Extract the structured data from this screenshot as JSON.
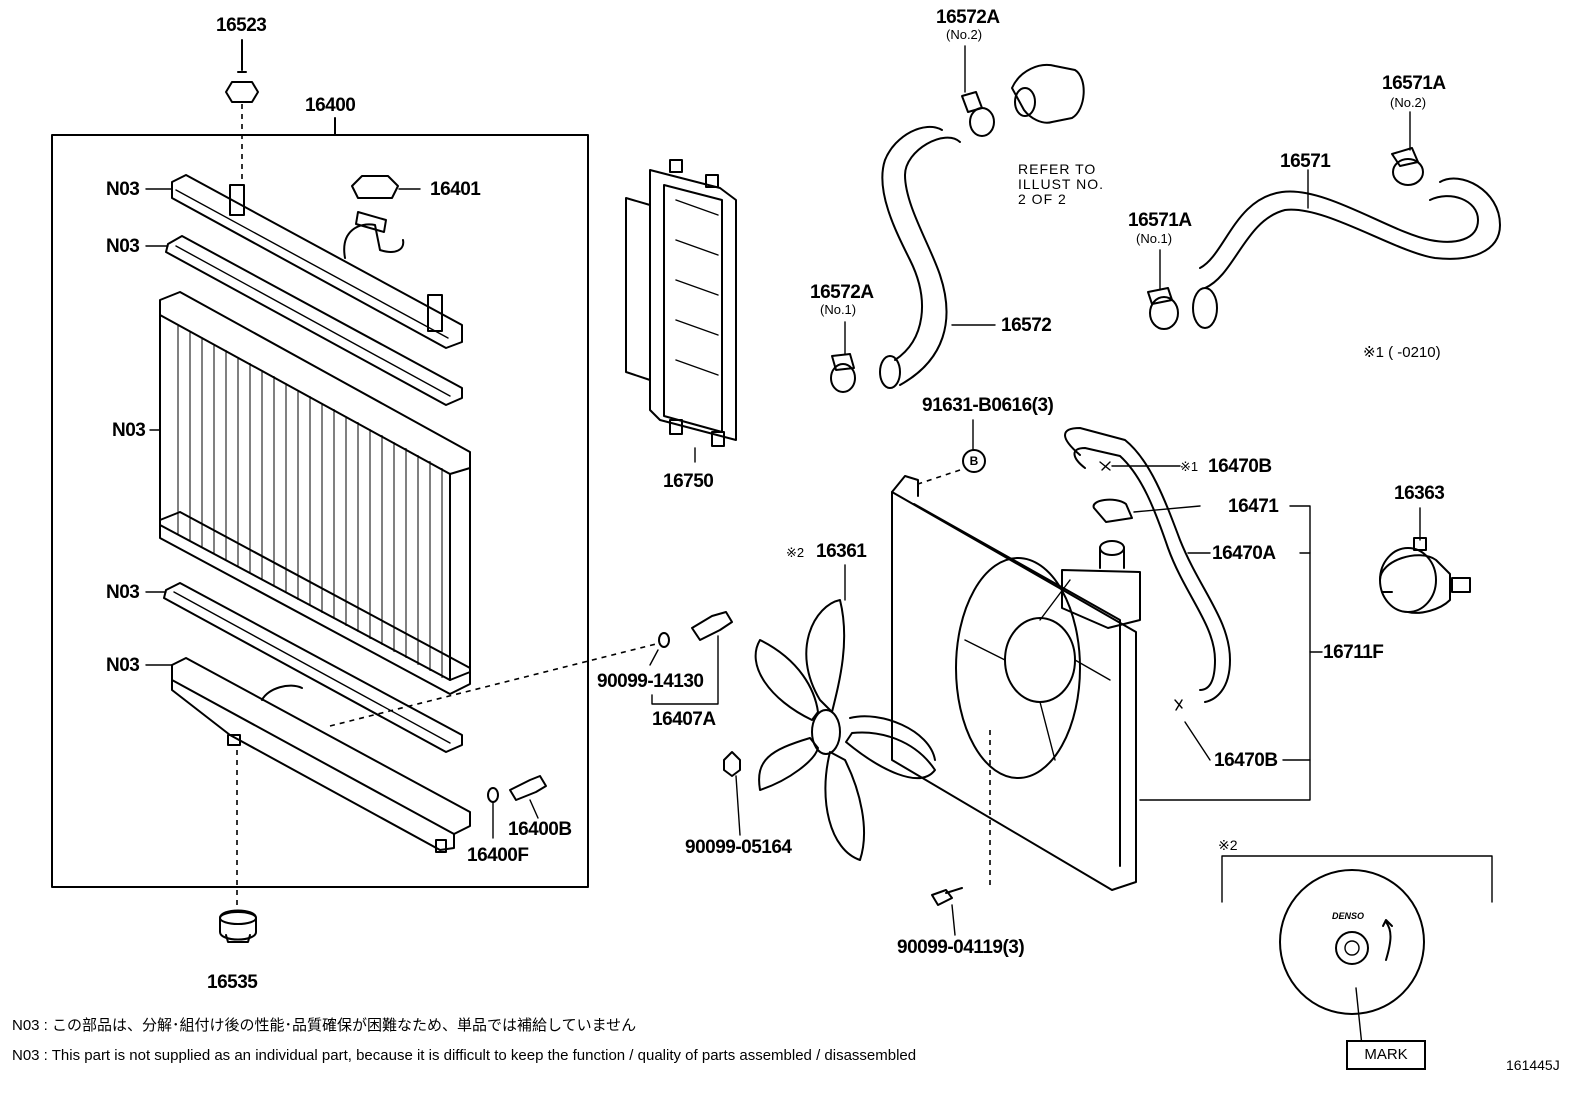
{
  "diagram": {
    "parts": {
      "p16523": "16523",
      "p16400": "16400",
      "p16401": "16401",
      "p16750": "16750",
      "p16572A_no2": "16572A",
      "p16572A_no2_sub": "(No.2)",
      "p16572A_no1": "16572A",
      "p16572A_no1_sub": "(No.1)",
      "p16572": "16572",
      "p16571A_no2": "16571A",
      "p16571A_no2_sub": "(No.2)",
      "p16571": "16571",
      "p16571A_no1": "16571A",
      "p16571A_no1_sub": "(No.1)",
      "p91631": "91631-B0616(3)",
      "p16470B_top": "16470B",
      "p16471": "16471",
      "p16470A": "16470A",
      "p16711F": "16711F",
      "p16470B_bottom": "16470B",
      "p16363": "16363",
      "p16361": "16361",
      "p90099_14130": "90099-14130",
      "p16407A": "16407A",
      "p16400B": "16400B",
      "p16400F": "16400F",
      "p90099_05164": "90099-05164",
      "p90099_04119": "90099-04119(3)",
      "p16535": "16535"
    },
    "n03_labels": [
      "N03",
      "N03",
      "N03",
      "N03",
      "N03"
    ],
    "refer_note": "REFER TO\nILLUST NO.\n2 OF 2",
    "footnote_1": "※1 (        -0210)",
    "mark_1": "※1",
    "mark_2": "※2",
    "mark2_box_title": "※2",
    "callout_b": "B",
    "denso": "DENSO",
    "mark_label": "MARK",
    "illust_no": "161445J",
    "note_jp": "N03 : この部品は、分解･組付け後の性能･品質確保が困難なため、単品では補給していません",
    "note_en": "N03 : This part is not supplied as an individual part, because it is difficult to keep the function / quality of parts assembled / disassembled"
  }
}
